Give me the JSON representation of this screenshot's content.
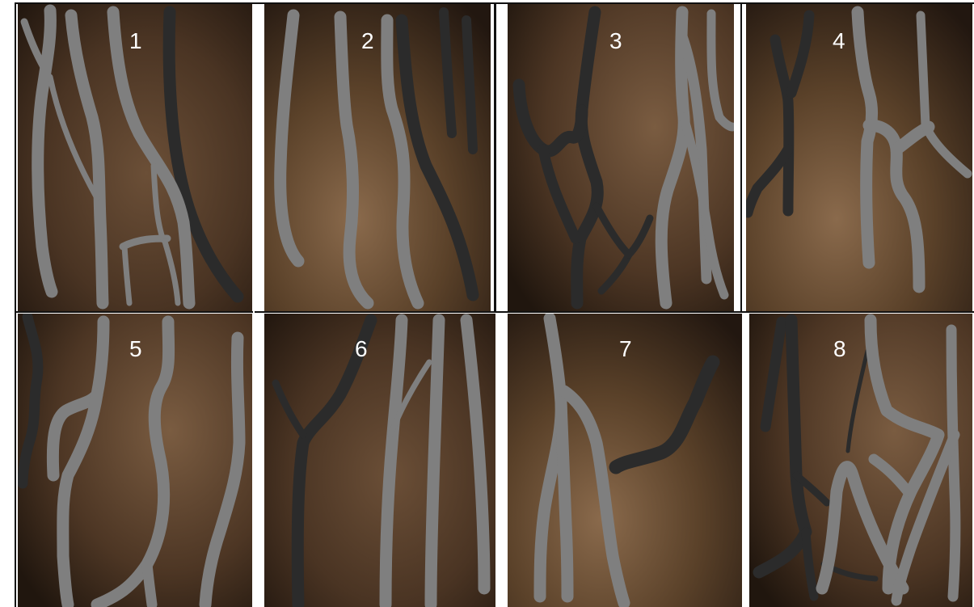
{
  "panels": [
    {
      "label": "1"
    },
    {
      "label": "2"
    },
    {
      "label": "3"
    },
    {
      "label": "4"
    },
    {
      "label": "5"
    },
    {
      "label": "6"
    },
    {
      "label": "7"
    },
    {
      "label": "8"
    }
  ],
  "colors": {
    "background": "#ffffff",
    "skin_dark": "#1f160f",
    "skin_mid": "#4b3625",
    "skin_light": "#8a6a4c",
    "vein_gray": "#7f7f7f",
    "vein_dark": "#2b2b2b",
    "grid_line": "#111111"
  }
}
